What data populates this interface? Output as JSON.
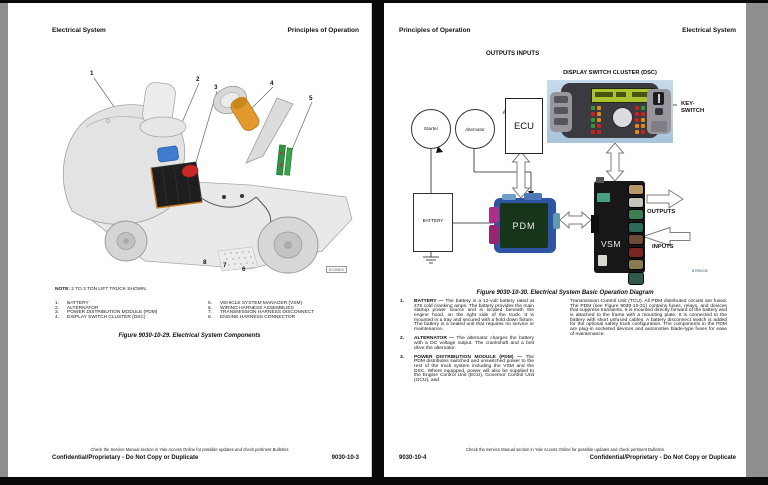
{
  "left_page": {
    "header_left": "Electrical System",
    "header_right": "Principles of Operation",
    "note_label": "NOTE:",
    "note_text": "2 TO 3 TON LIFT TRUCK SHOWN.",
    "figure": {
      "callouts": [
        "1",
        "2",
        "3",
        "4",
        "5",
        "6",
        "7",
        "8"
      ],
      "code": "BT190818"
    },
    "components_col1": [
      {
        "num": "1.",
        "label": "BATTERY"
      },
      {
        "num": "2.",
        "label": "ALTERNATOR"
      },
      {
        "num": "3.",
        "label": "POWER DISTRIBUTION MODULE (PDM)"
      },
      {
        "num": "4.",
        "label": "DISPLAY SWITCH CLUSTER (DSC)"
      }
    ],
    "components_col2": [
      {
        "num": "5.",
        "label": "VEHICLE SYSTEM MANAGER (VSM)"
      },
      {
        "num": "6.",
        "label": "WIRING HARNESS ASSEMBLIES"
      },
      {
        "num": "7.",
        "label": "TRANSMISSION HARNESS DISCONNECT"
      },
      {
        "num": "8.",
        "label": "ENGINE HARNESS CONNECTOR"
      }
    ],
    "figure_caption": "Figure 9030-10-29. Electrical System Components",
    "footer_notice": "Check the Service Manual section in Yale Access Online for possible updates and check pertinent Bulletins",
    "footer_left": "Confidential/Proprietary - Do Not Copy or Duplicate",
    "footer_right": "9030-10-3"
  },
  "right_page": {
    "header_left": "Principles of Operation",
    "header_right": "Electrical System",
    "diagram": {
      "outputs_inputs_label": "OUTPUTS INPUTS",
      "ecu_label": "ECU",
      "starter_label": "Starter",
      "alternator_label": "Alternator",
      "dsc_label": "DISPLAY SWITCH CLUSTER (DSC)",
      "key_switch_line1": "KEY-",
      "key_switch_line2": "SWITCH",
      "battery_label": "BATTERY",
      "pdm_label": "PDM",
      "vsm_label": "VSM",
      "outputs_label": "OUTPUTS",
      "inputs_label": "INPUTS",
      "code": "BT950245"
    },
    "figure_caption": "Figure 9030-10-30. Electrical System Basic Operation Diagram",
    "items": [
      {
        "num": "1.",
        "term": "BATTERY —",
        "text": " The battery is a 12-volt battery rated at 475 cold cranking amps. The battery provides the main startup power source and is located beneath the engine hood, on the right side of the truck. It is mounted in a tray and secured with a hold down fixture. The battery is a sealed unit that requires no service or maintenance."
      },
      {
        "num": "2.",
        "term": "ALTERNATOR —",
        "text": " The alternator charges the battery with a DC voltage output. The crankshaft and a belt drive the alternator."
      },
      {
        "num": "3.",
        "term": "POWER DISTRIBUTION MODULE (PDM) —",
        "text": " The PDM distributes switched and unswitched power to the rest of the truck system including the VSM and the DSC. Where equipped, power will also be supplied to the Engine Control Unit (ECU), Governor Control Unit (GCU), and"
      }
    ],
    "continuation": "Transmission Control Unit (TCU). All PDM distributed circuits are fused. The PDM (see Figure 9030-10-31) contains fuses, relays, and devices that suppress transients. It is mounted directly forward of the battery and is attached to the frame with a mounting plate. It is connected to the battery with short unfused cables. A battery disconnect switch is added for the optional safety truck configuration. The components in the PDM are plug-in socketed devices and automotive blade-type fuses for ease of maintenance.",
    "footer_notice": "Check the Service Manual section in Yale Access Online for possible updates and check pertinent Bulletins",
    "footer_left": "9030-10-4",
    "footer_right": "Confidential/Proprietary - Do Not Copy or Duplicate"
  }
}
